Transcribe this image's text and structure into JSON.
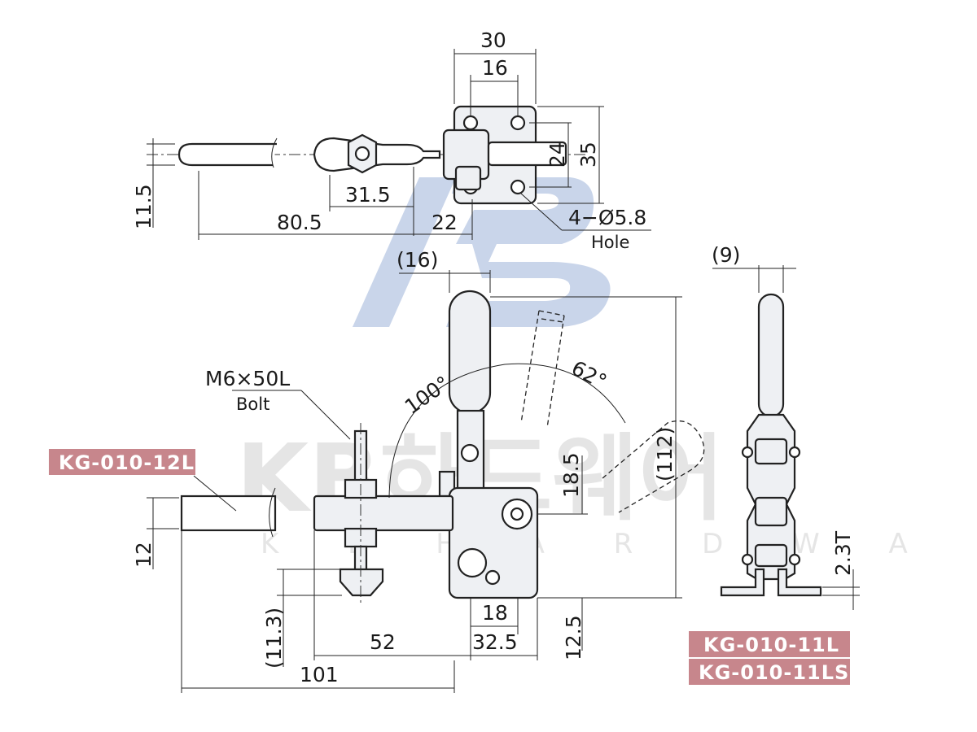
{
  "watermark": {
    "brand_korean": "KB하드웨어",
    "brand_english": "K B H A R D W A R E"
  },
  "labels": {
    "handle_variant": "KG-010-12L",
    "model_1": "KG-010-11L",
    "model_2": "KG-010-11LS"
  },
  "callouts": {
    "bolt_spec": "M6×50L",
    "bolt_caption": "Bolt",
    "hole_spec": "4−Ø5.8",
    "hole_caption": "Hole"
  },
  "dimensions": {
    "top_view": {
      "base_width": "30",
      "hole_spacing_x": "16",
      "hole_spacing_y": "24",
      "base_height": "35",
      "handle_offset": "11.5",
      "spindle_to_pivot": "31.5",
      "overall_length": "80.5",
      "pivot_to_base": "22"
    },
    "side_view": {
      "handle_offset": "(16)",
      "open_angle": "100°",
      "release_angle": "62°",
      "overall_height": "(112)",
      "pivot_height": "18.5",
      "bar_thickness": "12",
      "spindle_height": "(11.3)",
      "spindle_reach": "52",
      "base_hole_spacing": "18",
      "base_length": "32.5",
      "base_height": "12.5",
      "overall_reach": "101"
    },
    "end_view": {
      "handle_width": "(9)",
      "base_thickness": "2.3T"
    }
  }
}
